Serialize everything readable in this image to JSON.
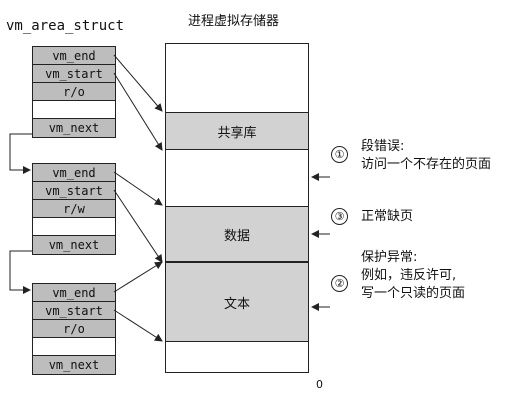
{
  "struct_title": "vm_area_struct",
  "memory_title": "进程虚拟存储器",
  "structs": [
    {
      "fields": [
        "vm_end",
        "vm_start",
        "r/o",
        "",
        "vm_next"
      ]
    },
    {
      "fields": [
        "vm_end",
        "vm_start",
        "r/w",
        "",
        "vm_next"
      ]
    },
    {
      "fields": [
        "vm_end",
        "vm_start",
        "r/o",
        "",
        "vm_next"
      ]
    }
  ],
  "segments": {
    "shared_lib": "共享库",
    "data": "数据",
    "text": "文本"
  },
  "annotations": [
    {
      "number": "①",
      "lines": [
        "段错误:",
        "访问一个不存在的页面"
      ]
    },
    {
      "number": "③",
      "lines": [
        "正常缺页"
      ]
    },
    {
      "number": "②",
      "lines": [
        "保护异常:",
        "例如，违反许可,",
        "写一个只读的页面"
      ]
    }
  ],
  "zero_label": "0"
}
